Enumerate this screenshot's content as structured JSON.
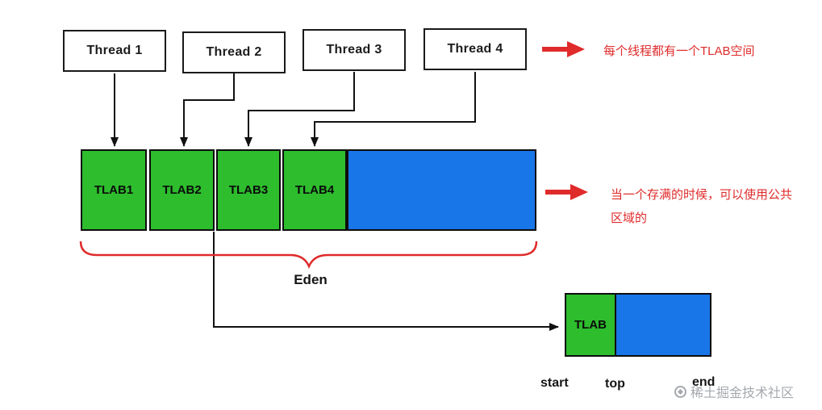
{
  "diagram": {
    "threads": [
      {
        "label": "Thread 1"
      },
      {
        "label": "Thread 2"
      },
      {
        "label": "Thread 3"
      },
      {
        "label": "Thread 4"
      }
    ],
    "tlabs": [
      {
        "label": "TLAB1"
      },
      {
        "label": "TLAB2"
      },
      {
        "label": "TLAB3"
      },
      {
        "label": "TLAB4"
      }
    ],
    "eden_label": "Eden",
    "notes": [
      {
        "text": "每个线程都有一个TLAB空间"
      },
      {
        "text": "当一个存满的时候，可以使用公共区域的"
      }
    ],
    "small_box": {
      "label": "TLAB"
    },
    "pointer_labels": [
      "start",
      "top",
      "end"
    ],
    "watermark": {
      "logo_icon": "juejin-logo",
      "text": "稀土掘金技术社区"
    },
    "colors": {
      "tlab_green": "#2dbd2d",
      "shared_blue": "#1976e8",
      "annotation_red": "#e02b2b",
      "line_black": "#111111"
    }
  }
}
